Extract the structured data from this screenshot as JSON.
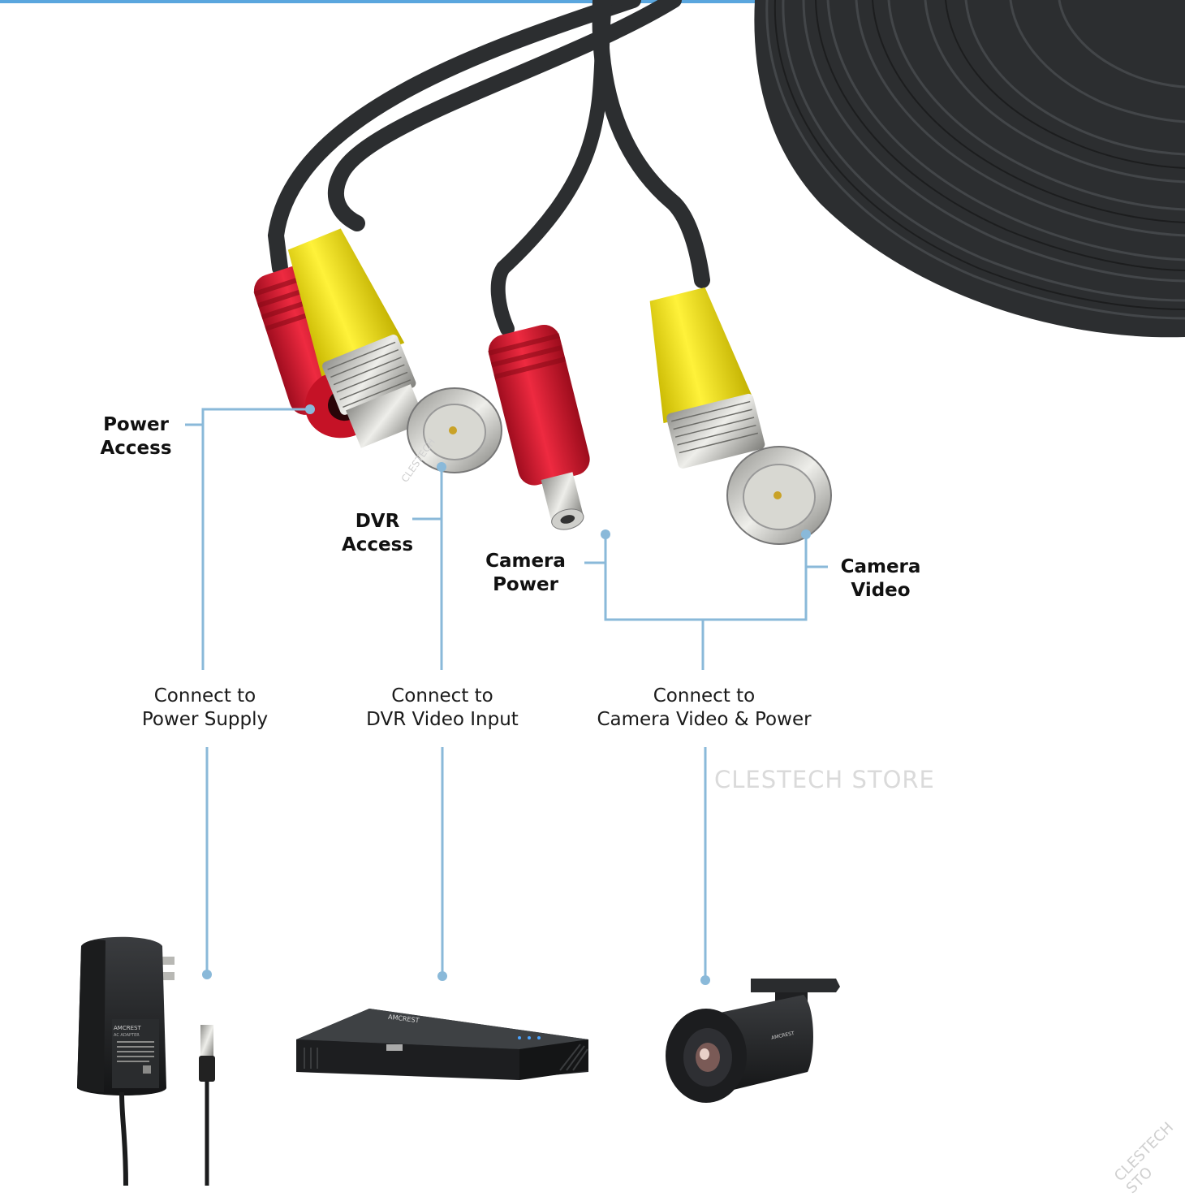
{
  "colors": {
    "accent_line": "#8ab9d9",
    "top_bar": "#5aa6de",
    "cable": "#2c2e30",
    "yellow": "#f1e20e",
    "red": "#d8152c",
    "metal": "#c9c9c4"
  },
  "labels": {
    "power_access": "Power\nAccess",
    "dvr_access": "DVR\nAccess",
    "camera_power": "Camera\nPower",
    "camera_video": "Camera\nVideo",
    "connect_power_supply": "Connect to\nPower Supply",
    "connect_dvr": "Connect to\nDVR Video Input",
    "connect_camera": "Connect to\nCamera Video & Power"
  },
  "watermarks": {
    "main": "CLESTECH   STORE",
    "corner": "CLESTECH STO",
    "connector": "CLESTECH"
  },
  "devices": {
    "adapter_brand": "AMCREST",
    "adapter_subtitle": "AC ADAPTER",
    "dvr_brand": "AMCREST",
    "camera_brand": "AMCREST"
  }
}
